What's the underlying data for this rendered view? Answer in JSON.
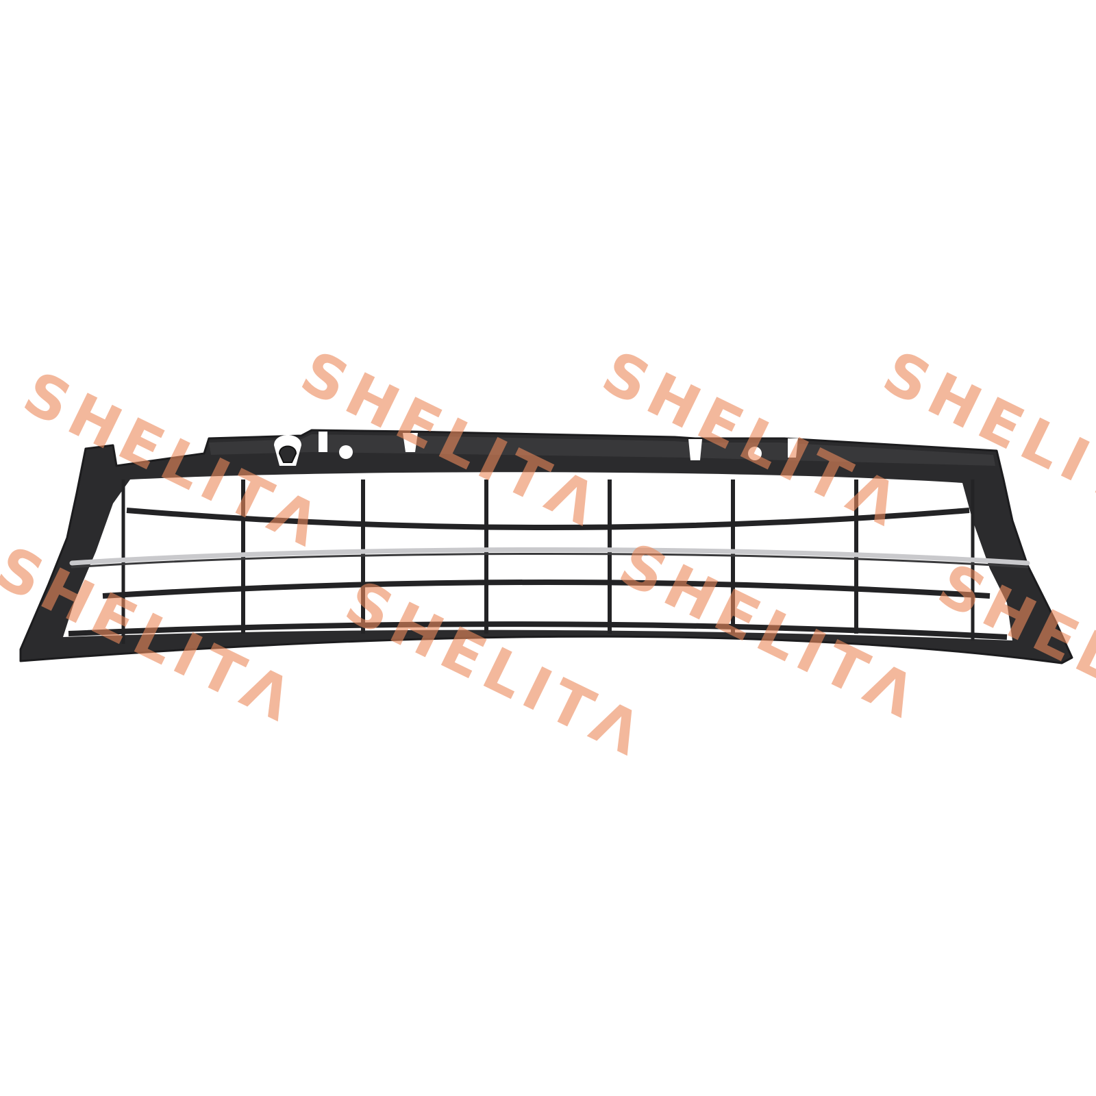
{
  "image": {
    "subject": "grille-lower-bumper",
    "background_color": "#ffffff",
    "frame_color": "#2b2b2d",
    "frame_edge_color": "#1c1c1e",
    "bar_color": "#232325",
    "chrome_color": "#c9c9cc"
  },
  "watermark": {
    "text": "SHELITΛ",
    "color": "#ec8a5c",
    "opacity": 0.6
  }
}
